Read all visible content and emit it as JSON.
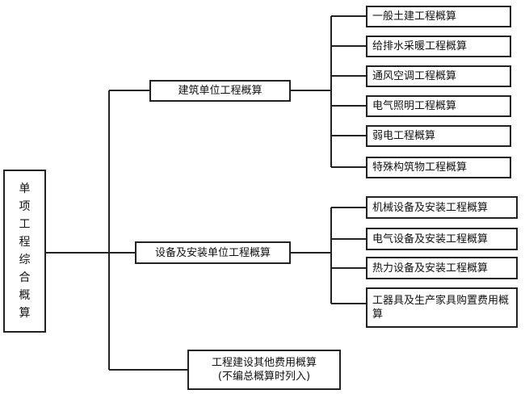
{
  "root": {
    "label": "单项工程综合概算",
    "chars": [
      "单",
      "项",
      "工",
      "程",
      "综",
      "合",
      "概",
      "算"
    ]
  },
  "branches": [
    {
      "label": "建筑单位工程概算",
      "children": [
        "一般土建工程概算",
        "给排水采暖工程概算",
        "通风空调工程概算",
        "电气照明工程概算",
        "弱电工程概算",
        "特殊构筑物工程概算"
      ]
    },
    {
      "label": "设备及安装单位工程概算",
      "children": [
        "机械设备及安装工程概算",
        "电气设备及安装工程概算",
        "热力设备及安装工程概算",
        "工器具及生产家具购置费用概算"
      ]
    },
    {
      "label": "工程建设其他费用概算",
      "note": "(不编总概算时列入)"
    }
  ]
}
